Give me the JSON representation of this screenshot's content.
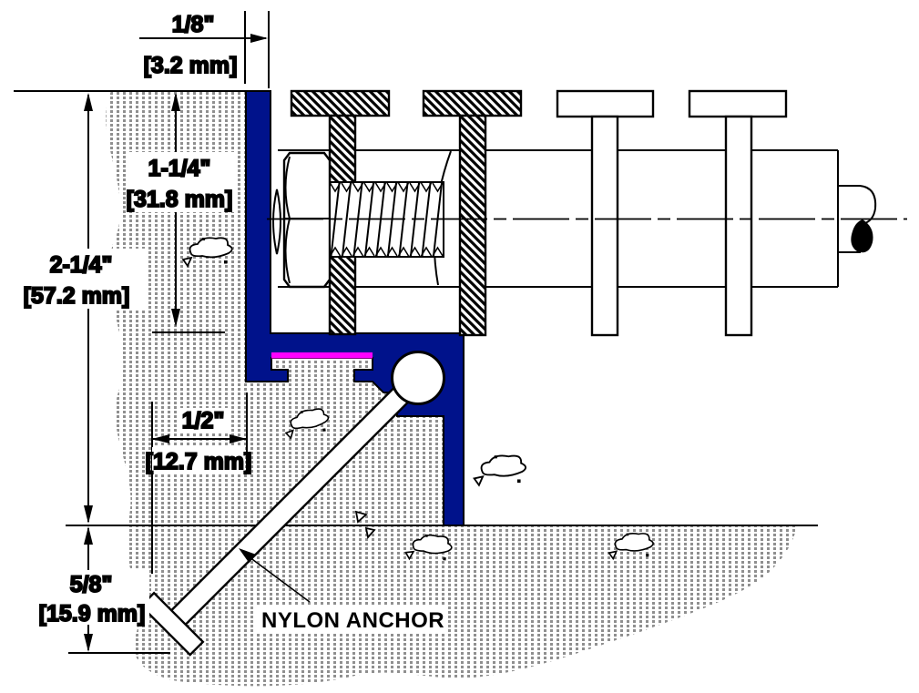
{
  "labels": {
    "anchor": "NYLON ANCHOR"
  },
  "dimensions": {
    "gap": {
      "inches": "1/8\"",
      "metric": "[3.2 mm]"
    },
    "glass_bite": {
      "inches": "1-1/4\"",
      "metric": "[31.8 mm]"
    },
    "overall_depth": {
      "inches": "2-1/4\"",
      "metric": "[57.2 mm]"
    },
    "pocket_width": {
      "inches": "1/2\"",
      "metric": "[12.7 mm]"
    },
    "embed_depth": {
      "inches": "5/8\"",
      "metric": "[15.9 mm]"
    }
  },
  "colors": {
    "frame_blue": "#00128b",
    "gasket_magenta": "#ff00ff",
    "concrete_dot_gray": "#8f8f8f",
    "line_black": "#000000",
    "background": "#ffffff"
  }
}
